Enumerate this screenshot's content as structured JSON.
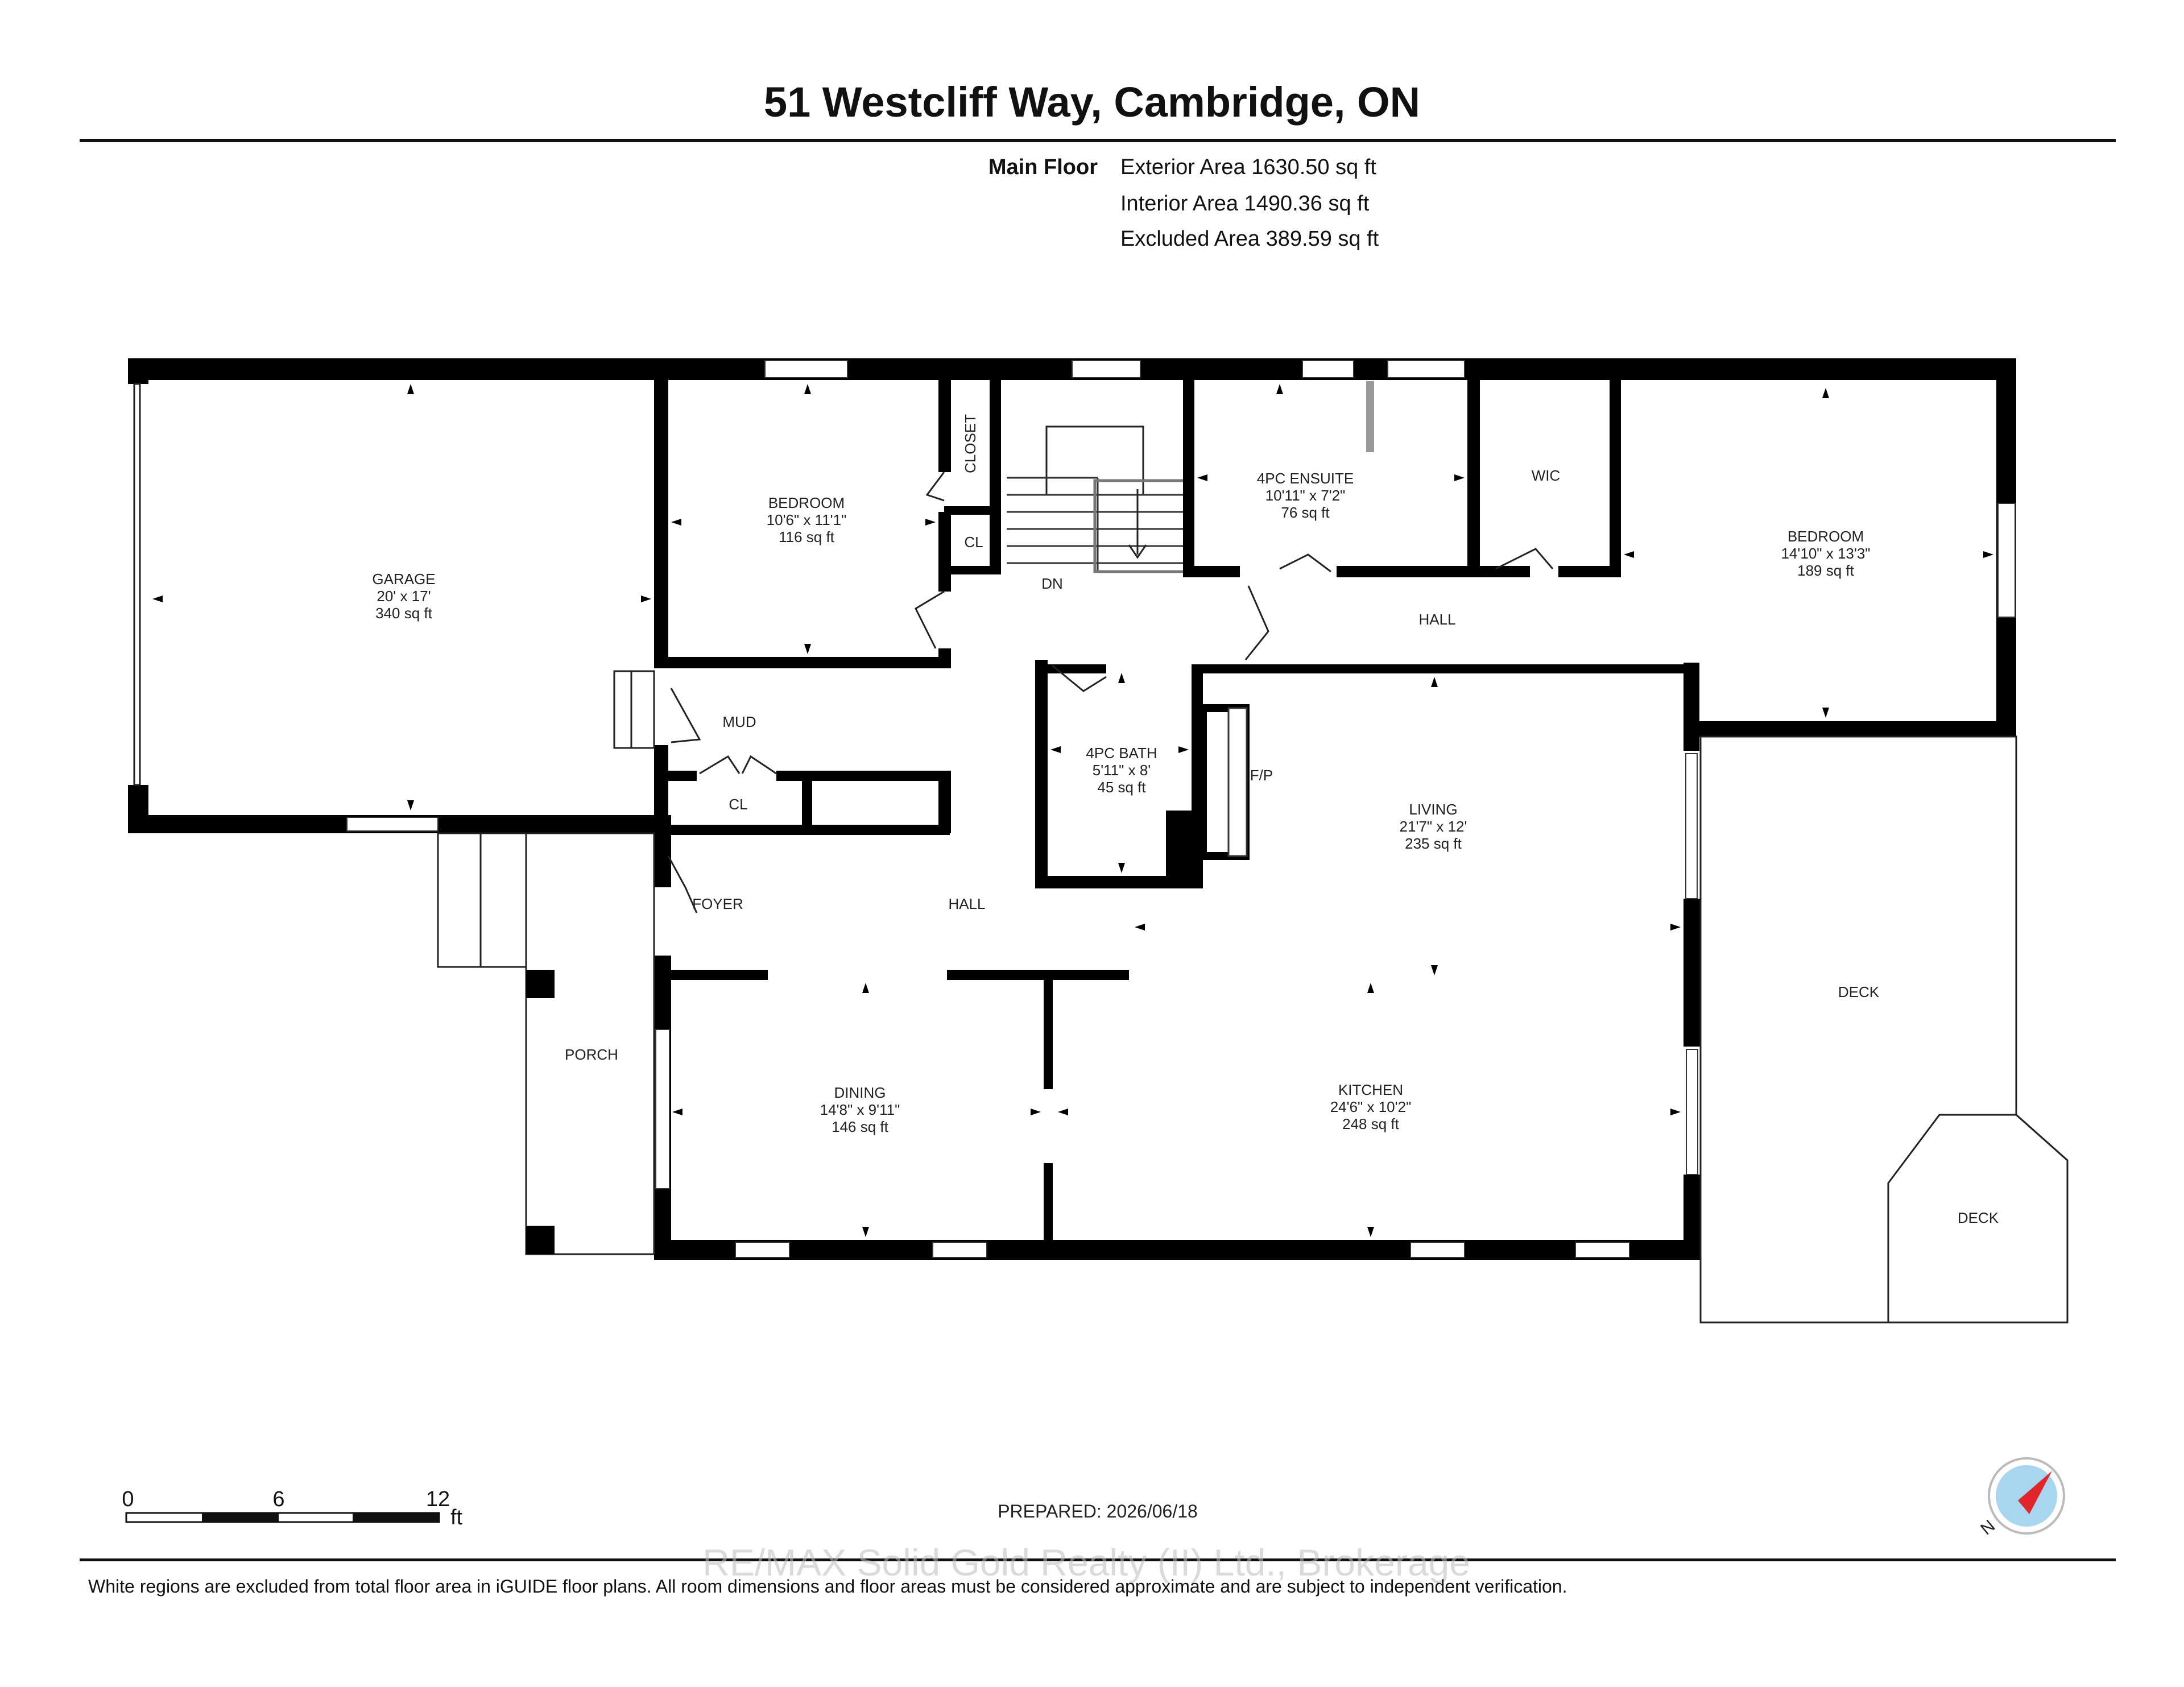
{
  "title": "51 Westcliff Way, Cambridge, ON",
  "floor": {
    "name": "Main Floor",
    "exterior_area": "Exterior Area 1630.50 sq ft",
    "interior_area": "Interior Area 1490.36 sq ft",
    "excluded_area": "Excluded Area 389.59 sq ft"
  },
  "rooms": {
    "garage": {
      "name": "GARAGE",
      "dims": "20' x 17'",
      "area": "340 sq ft"
    },
    "bedroom1": {
      "name": "BEDROOM",
      "dims": "10'6\" x 11'1\"",
      "area": "116 sq ft"
    },
    "closet": {
      "name": "CLOSET"
    },
    "cl1": {
      "name": "CL"
    },
    "dn": {
      "name": "DN"
    },
    "ensuite": {
      "name": "4PC ENSUITE",
      "dims": "10'11\" x 7'2\"",
      "area": "76 sq ft"
    },
    "wic": {
      "name": "WIC"
    },
    "bedroom2": {
      "name": "BEDROOM",
      "dims": "14'10\" x 13'3\"",
      "area": "189 sq ft"
    },
    "hall_upper": {
      "name": "HALL"
    },
    "mud": {
      "name": "MUD"
    },
    "cl2": {
      "name": "CL"
    },
    "bath": {
      "name": "4PC BATH",
      "dims": "5'11\" x 8'",
      "area": "45 sq ft"
    },
    "fp": {
      "name": "F/P"
    },
    "living": {
      "name": "LIVING",
      "dims": "21'7\" x 12'",
      "area": "235 sq ft"
    },
    "foyer": {
      "name": "FOYER"
    },
    "hall_lower": {
      "name": "HALL"
    },
    "porch": {
      "name": "PORCH"
    },
    "dining": {
      "name": "DINING",
      "dims": "14'8\" x 9'11\"",
      "area": "146 sq ft"
    },
    "kitchen": {
      "name": "KITCHEN",
      "dims": "24'6\" x 10'2\"",
      "area": "248 sq ft"
    },
    "deck1": {
      "name": "DECK"
    },
    "deck2": {
      "name": "DECK"
    }
  },
  "scale": {
    "ticks": [
      "0",
      "6",
      "12"
    ],
    "unit": "ft"
  },
  "prepared": "PREPARED: 2026/06/18",
  "watermark": "RE/MAX Solid Gold Realty (II) Ltd., Brokerage",
  "compass": {
    "label": "N"
  },
  "footnote": "White regions are excluded from total floor area in iGUIDE floor plans. All room dimensions and floor areas must be considered approximate and are subject to independent verification."
}
